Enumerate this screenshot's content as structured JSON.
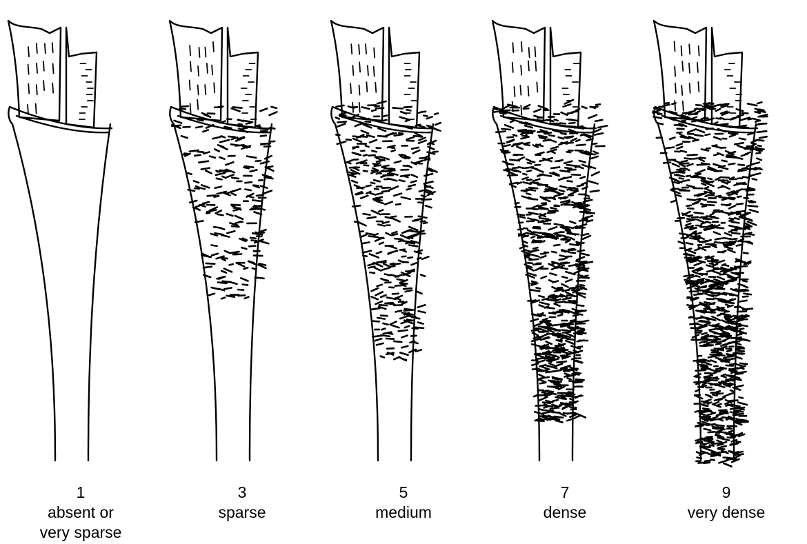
{
  "panels": [
    {
      "score": "1",
      "label_lines": [
        "absent or",
        "very sparse"
      ],
      "hair_density": 0
    },
    {
      "score": "3",
      "label_lines": [
        "sparse"
      ],
      "hair_density": 0.25
    },
    {
      "score": "5",
      "label_lines": [
        "medium"
      ],
      "hair_density": 0.5
    },
    {
      "score": "7",
      "label_lines": [
        "dense"
      ],
      "hair_density": 0.75
    },
    {
      "score": "9",
      "label_lines": [
        "very dense"
      ],
      "hair_density": 1
    }
  ],
  "colors": {
    "ink": "#000000",
    "background": "#ffffff"
  }
}
